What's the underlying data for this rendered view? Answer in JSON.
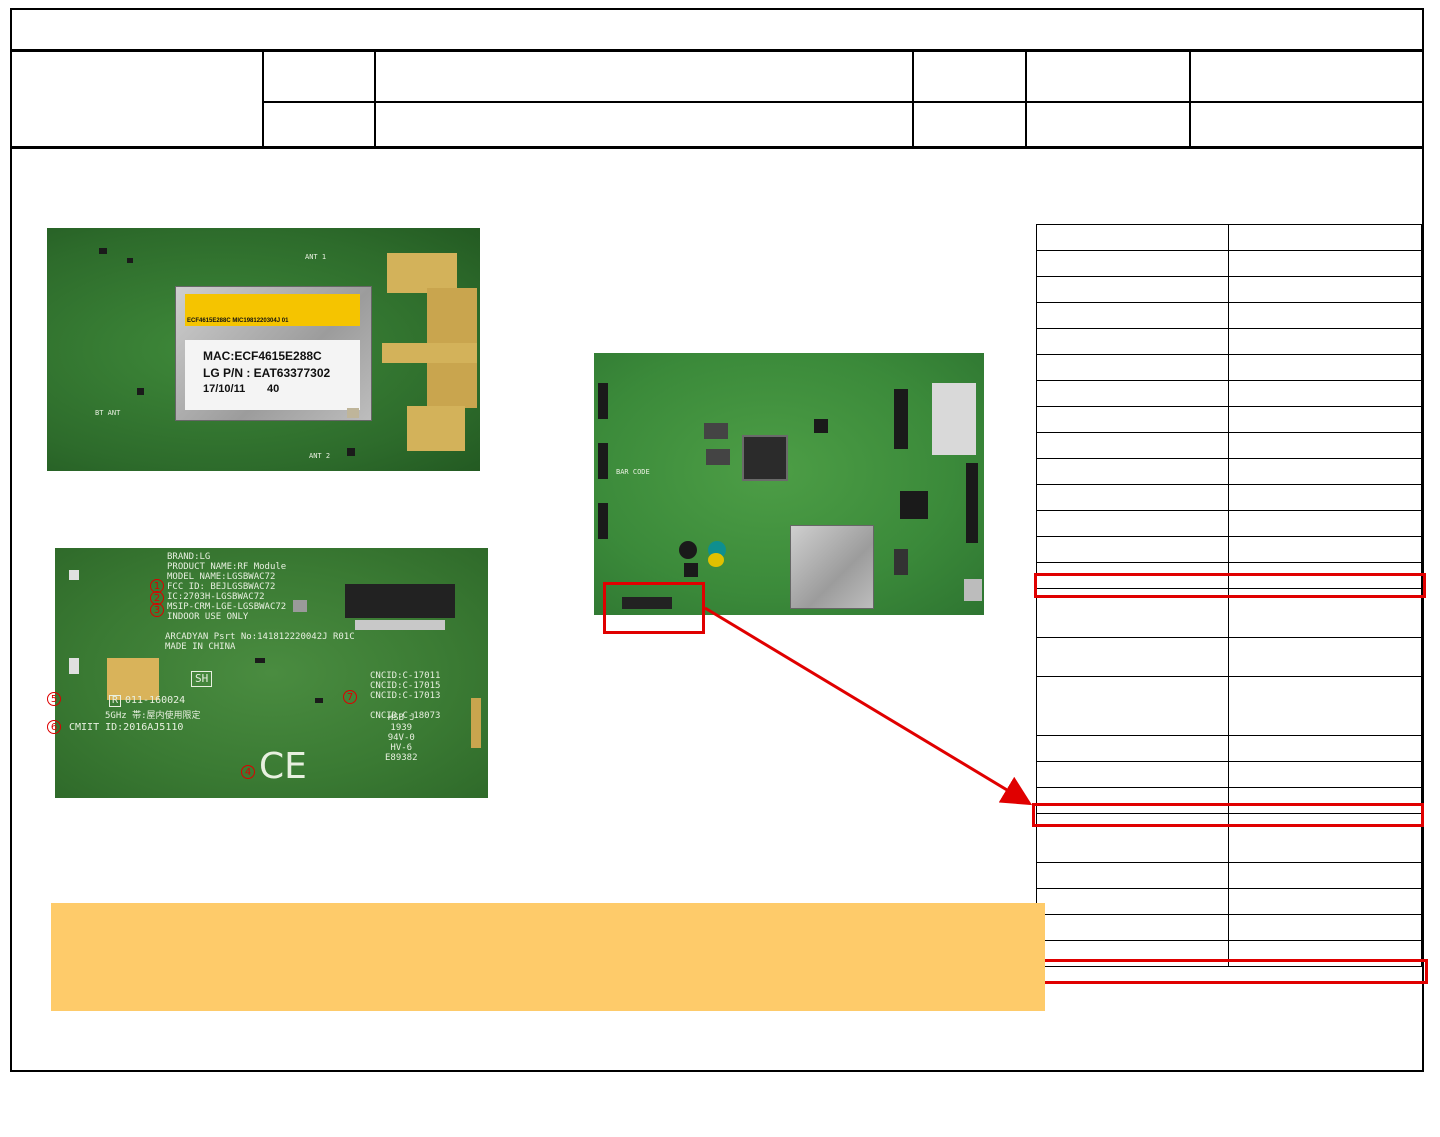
{
  "board_a": {
    "barcode_line": "ECF4615E288C  MIC1981220304J  01",
    "mac": "MAC:ECF4615E288C",
    "lg_pn": "LG P/N : EAT63377302",
    "date": "17/10/11",
    "lot": "40",
    "ant1": "ANT 1",
    "ant2": "ANT 2",
    "bt_ant": "BT ANT"
  },
  "board_b": {
    "silk_left": "BRAND:LG\nPRODUCT NAME:RF Module\nMODEL NAME:LGSBWAC72\nFCC ID: BEJLGSBWAC72\nIC:2703H-LGSBWAC72\nMSIP-CRM-LGE-LGSBWAC72\nINDOOR USE ONLY",
    "silk_mid": "ARCADYAN Psrt No:141812220042J R01C\nMADE IN CHINA",
    "silk_right": "CNCID:C-17011\nCNCID:C-17015\nCNCID:C-17013\n\nCNCID:C-18073",
    "hsb": "HSB J\n1939\n94V-0\nHV-6\nE89382",
    "sh": "SH",
    "telec": "011-160024",
    "jp_note": "5GHz 帯:屋内使用限定",
    "cmiit": "CMIIT ID:2016AJ5110",
    "ce": "CE",
    "r_mark": "R",
    "markers": [
      "1",
      "2",
      "3",
      "4",
      "5",
      "6",
      "7"
    ]
  },
  "main_board": {
    "bar_code": "BAR CODE"
  },
  "colors": {
    "highlight": "#e00000",
    "note_fill": "#fecb6a",
    "pcb_green": "#2f6e2c"
  }
}
